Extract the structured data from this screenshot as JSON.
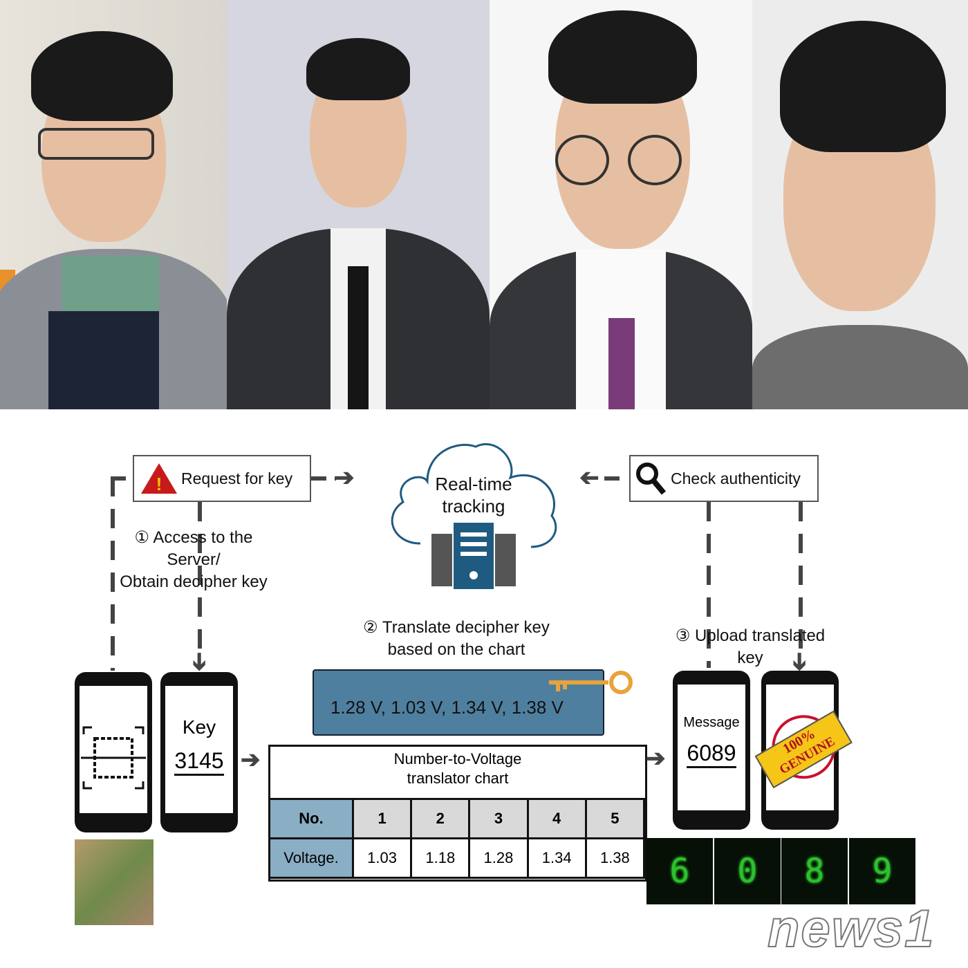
{
  "photos": [
    {
      "name": "person-1"
    },
    {
      "name": "person-2"
    },
    {
      "name": "person-3"
    },
    {
      "name": "person-4"
    }
  ],
  "diagram": {
    "request_for_key": "Request for key",
    "check_authenticity": "Check authenticity",
    "cloud_label_line1": "Real-time",
    "cloud_label_line2": "tracking",
    "step1_line1": "① Access to the",
    "step1_line2": "Server/",
    "step1_line3": "Obtain decipher key",
    "step2_line1": "② Translate decipher key",
    "step2_line2": "based on the chart",
    "step3_line1": "③ Upload translated",
    "step3_line2": "key",
    "phone_key_label": "Key",
    "phone_key_value": "3145",
    "scroll_text": "1.28 V, 1.03 V, 1.34 V, 1.38 V",
    "phone_message_label": "Message",
    "phone_message_value": "6089",
    "genuine_line1": "100%",
    "genuine_line2": "GENUINE",
    "chart_title_line1": "Number-to-Voltage",
    "chart_title_line2": "translator chart",
    "table": {
      "row1_header": "No.",
      "numbers": [
        "1",
        "2",
        "3",
        "4",
        "5"
      ],
      "row2_header": "Voltage.",
      "voltages": [
        "1.03",
        "1.18",
        "1.28",
        "1.34",
        "1.38"
      ]
    },
    "digits": [
      "6",
      "0",
      "8",
      "9"
    ],
    "accent_blue": "#4f7f9f",
    "header_blue": "#8aaec4"
  },
  "watermark": "news1"
}
